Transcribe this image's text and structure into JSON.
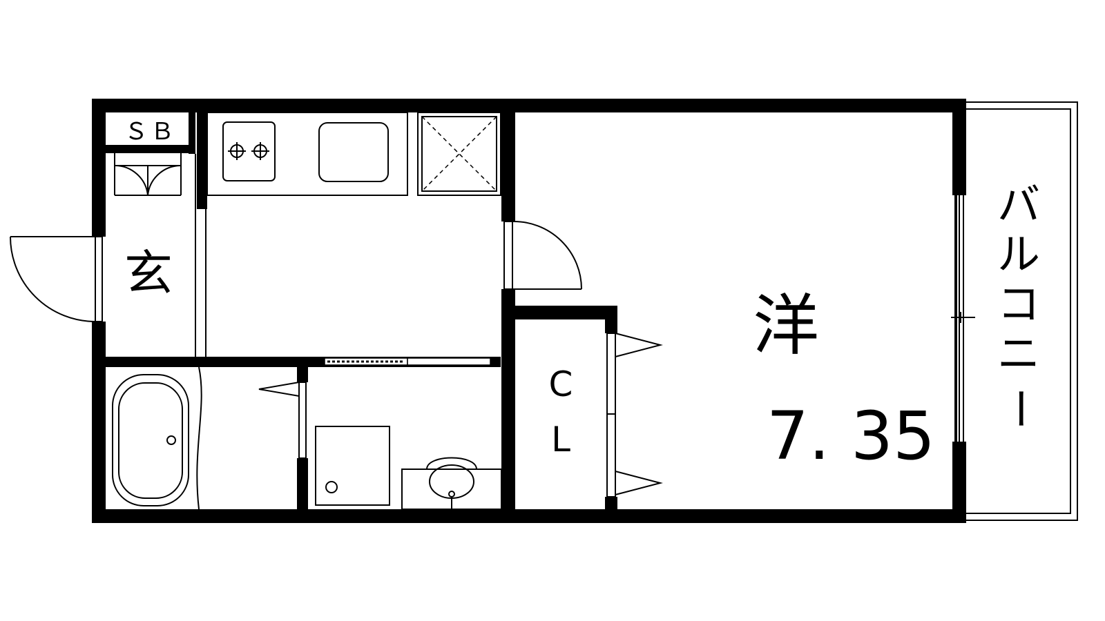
{
  "floor_plan": {
    "labels": {
      "storage": "ＳＢ",
      "entrance": "玄",
      "western_room": "洋",
      "area": "7. 35",
      "closet_c": "C",
      "closet_l": "L",
      "balcony": [
        "バ",
        "ル",
        "コ",
        "ニ",
        "ー"
      ]
    },
    "fixtures": [
      "gas-stove",
      "kitchen-sink",
      "refrigerator-space",
      "bathtub",
      "washing-machine-pan",
      "washbasin"
    ],
    "colors": {
      "wall": "#000000",
      "background": "#ffffff"
    }
  }
}
